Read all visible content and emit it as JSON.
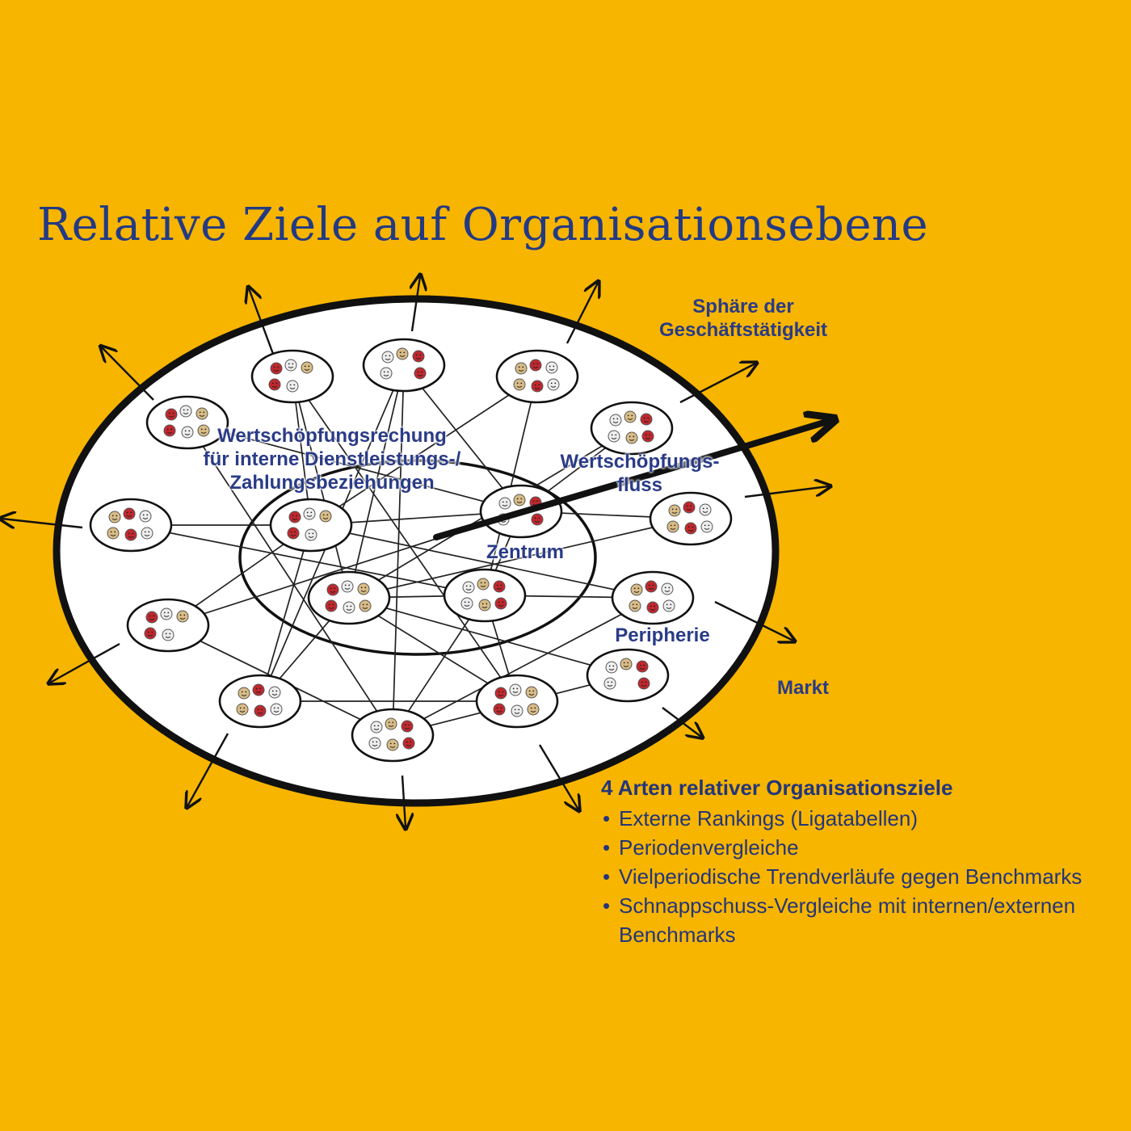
{
  "title": "Relative Ziele auf Organisationsebene",
  "labels": {
    "sphere": [
      "Sphäre der",
      "Geschäftstätigkeit"
    ],
    "value_creation_accounting": [
      "Wertschöpfungsrechung",
      "für interne Dienstleistungs-/",
      "Zahlungsbeziehungen"
    ],
    "value_creation_flow": [
      "Wertschöpfungs-",
      "fluss"
    ],
    "center": "Zentrum",
    "periphery": "Peripherie",
    "market": "Markt"
  },
  "goals": {
    "heading": "4 Arten relativer Organisationsziele",
    "items": [
      "Externe Rankings (Ligatabellen)",
      "Periodenvergleiche",
      "Vielperiodische Trendverläufe gegen Benchmarks",
      "Schnappschuss-Vergleiche mit internen/externen Benchmarks"
    ]
  },
  "colors": {
    "background": "#f7b500",
    "text": "#2a3b86",
    "face_red": "#c0282e",
    "face_beige": "#d9bc86",
    "face_white": "#eeeeee"
  }
}
